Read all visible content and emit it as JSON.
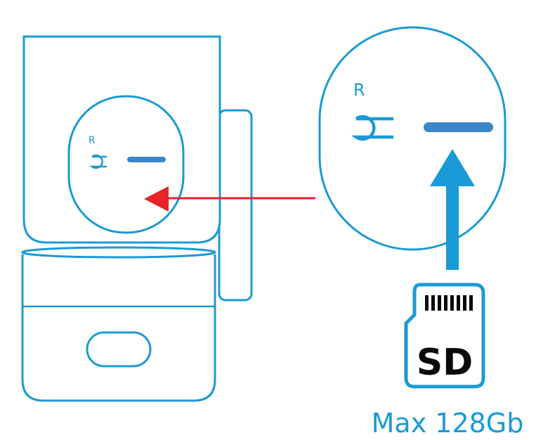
{
  "camera_panel": {
    "reset_label": "R"
  },
  "zoom_panel": {
    "reset_label": "R"
  },
  "sd_card": {
    "label": "SD"
  },
  "capacity_note": "Max 128Gb",
  "colors": {
    "outline": "#1a9ad6",
    "slot": "#3a86c8",
    "arrow_insert": "#1a9ad6",
    "arrow_pointer": "#e8232a",
    "card_text": "#0a0a0a"
  }
}
